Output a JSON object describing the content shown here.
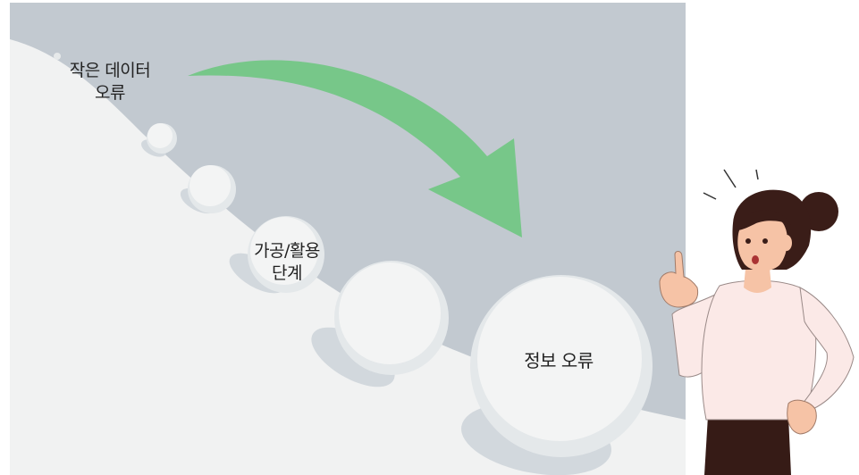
{
  "labels": {
    "small_error_line1": "작은 데이터",
    "small_error_line2": "오류",
    "processing_line1": "가공/활용",
    "processing_line2": "단계",
    "info_error": "정보 오류"
  },
  "colors": {
    "sky": "#c2c9d0",
    "slope": "#f1f2f2",
    "arrow": "#77c789",
    "ball": "#eceeee",
    "ball_shadow": "#d2d8dd",
    "shirt": "#fbe9e7",
    "skin": "#f6c3a6",
    "hair": "#3a1d18",
    "pants": "#361b16"
  }
}
